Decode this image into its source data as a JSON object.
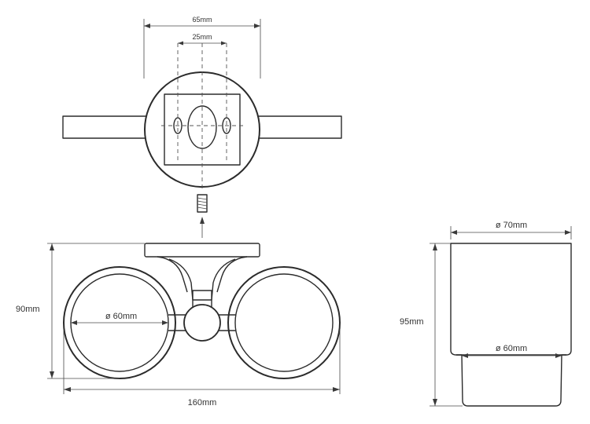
{
  "labels": {
    "width_65": "65mm",
    "width_25": "25mm",
    "height_90": "90mm",
    "inner_60_holder": "ø 60mm",
    "width_160": "160mm",
    "cup_top_70": "ø 70mm",
    "cup_inner_60": "ø 60mm",
    "cup_height_95": "95mm"
  },
  "colors": {
    "line": "#2b2b2b",
    "dimension": "#4a4a4a",
    "background": "#ffffff"
  }
}
